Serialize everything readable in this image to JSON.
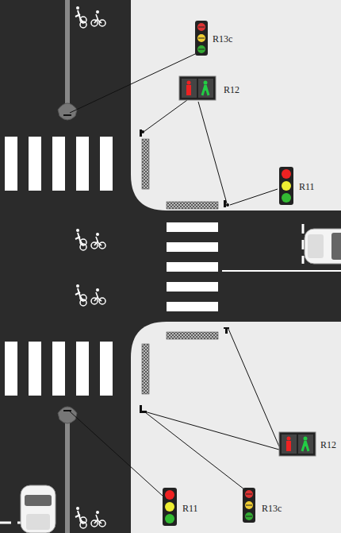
{
  "diagram": {
    "labels": [
      "R13c",
      "R12",
      "R11",
      "R12",
      "R11",
      "R13c"
    ]
  }
}
